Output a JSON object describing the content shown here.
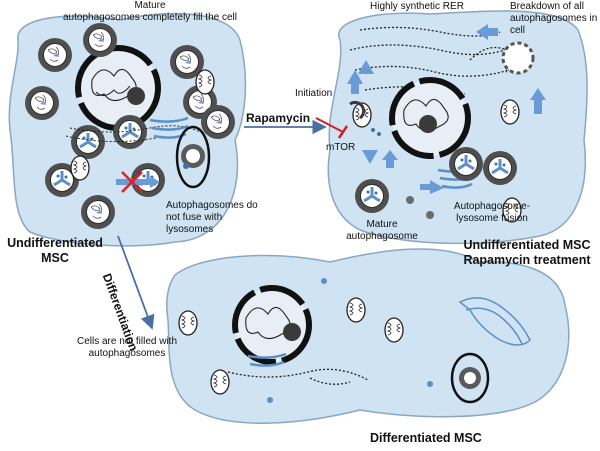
{
  "diagram": {
    "undiff_cell": {
      "top_label": "Mature\nautophagosomes completely fill the cell",
      "no_fuse_label": "Autophagosomes do\nnot fuse with\nlysosomes",
      "title": "Undifferentiated\nMSC"
    },
    "rapamycin_cell": {
      "rer_label": "Highly synthetic RER",
      "breakdown_label": "Breakdown of all\nautophagosomes in\ncell",
      "initiation_label": "Initiation",
      "mtor_label": "mTOR",
      "mature_label": "Mature\nautophagosome",
      "fusion_label": "Autophagosome-\nlysosome fusion",
      "title": "Undifferentiated MSC\nRapamycin treatment"
    },
    "diff_cell": {
      "side_label": "Cells are not filled with\nautophagosomes",
      "title": "Differentiated MSC"
    },
    "arrows": {
      "rapamycin_label": "Rapamycin",
      "differentiation_label": "Differentiation"
    },
    "colors": {
      "cell_fill": "#cfe3f3",
      "cell_stroke": "#8aa7bf",
      "autophagosome": "#4f4f4f",
      "process_arrow": "#6a9bd6",
      "inhibit_x": "#e02020",
      "mtor_bar": "#d02020"
    }
  }
}
